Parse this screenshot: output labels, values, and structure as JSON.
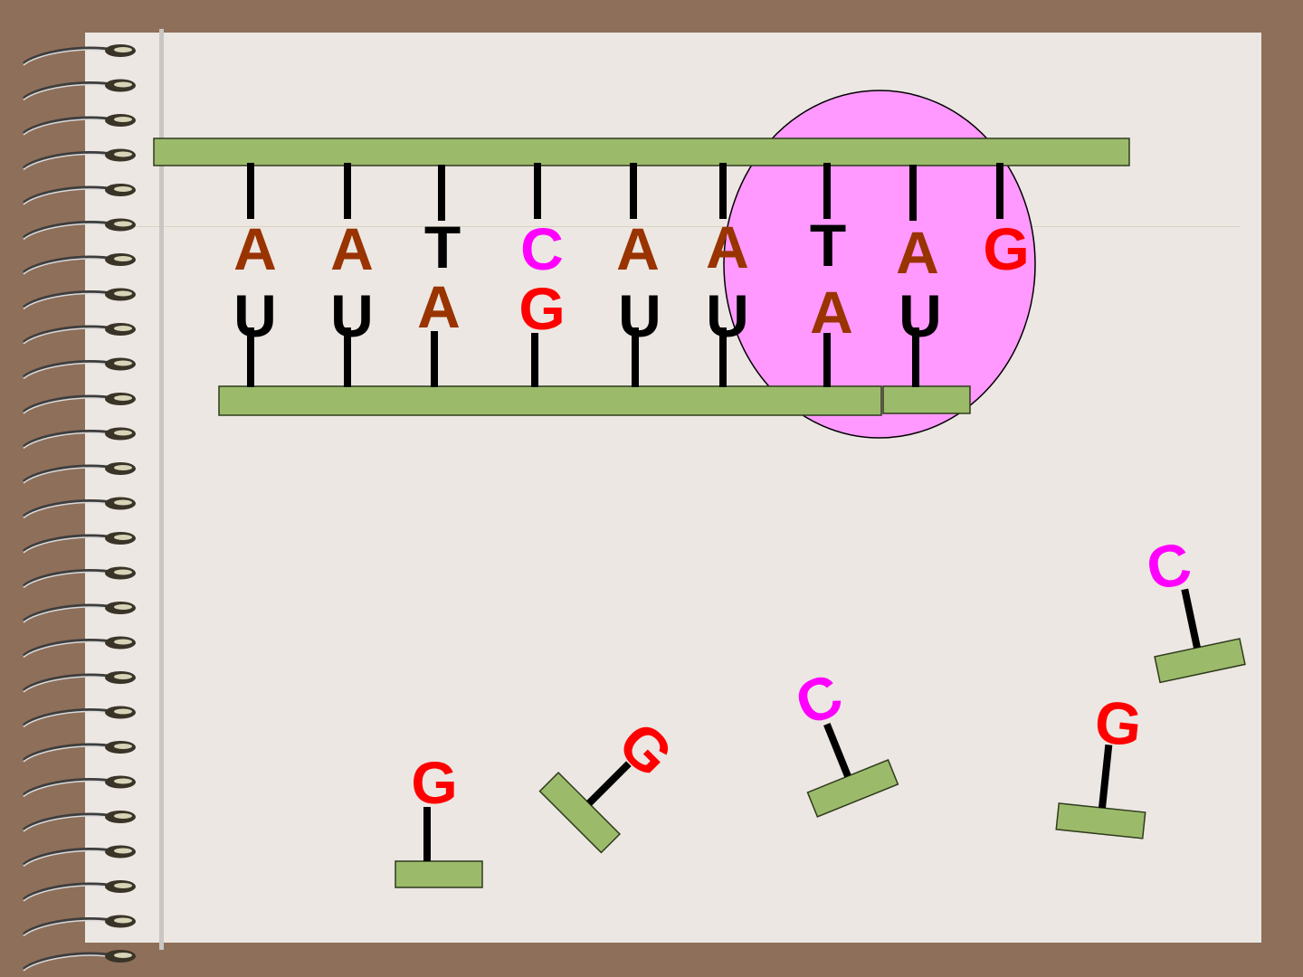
{
  "colors": {
    "background": "#8e6f5a",
    "paper": "#ece7e2",
    "backbone_green": "#9bbb6b",
    "ribosome_pink": "#ff99ff",
    "adenine_brown": "#993300",
    "cytosine_magenta": "#ff00ff",
    "guanine_red": "#ff0000",
    "black": "#000000"
  },
  "decor": {
    "icon": "spiral-binding-icon"
  },
  "diagram": {
    "top_strand_bases": [
      {
        "letter": "A",
        "color": "#993300"
      },
      {
        "letter": "A",
        "color": "#993300"
      },
      {
        "letter": "T",
        "color": "#000000"
      },
      {
        "letter": "C",
        "color": "#ff00ff"
      },
      {
        "letter": "A",
        "color": "#993300"
      },
      {
        "letter": "A",
        "color": "#993300"
      },
      {
        "letter": "T",
        "color": "#000000"
      },
      {
        "letter": "A",
        "color": "#993300"
      },
      {
        "letter": "G",
        "color": "#ff0000"
      }
    ],
    "bottom_strand_bases": [
      {
        "letter": "U",
        "color": "#000000"
      },
      {
        "letter": "U",
        "color": "#000000"
      },
      {
        "letter": "A",
        "color": "#993300"
      },
      {
        "letter": "G",
        "color": "#ff0000"
      },
      {
        "letter": "U",
        "color": "#000000"
      },
      {
        "letter": "U",
        "color": "#000000"
      },
      {
        "letter": "A",
        "color": "#993300"
      },
      {
        "letter": "U",
        "color": "#000000"
      }
    ],
    "free_nucleotides": [
      {
        "letter": "G",
        "color": "#ff0000"
      },
      {
        "letter": "G",
        "color": "#ff0000"
      },
      {
        "letter": "C",
        "color": "#ff00ff"
      },
      {
        "letter": "G",
        "color": "#ff0000"
      },
      {
        "letter": "C",
        "color": "#ff00ff"
      }
    ]
  }
}
